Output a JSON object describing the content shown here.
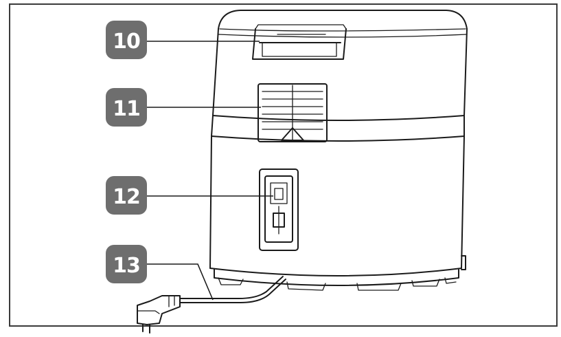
{
  "callouts": [
    {
      "id": "10",
      "label": "10"
    },
    {
      "id": "11",
      "label": "11"
    },
    {
      "id": "12",
      "label": "12"
    },
    {
      "id": "13",
      "label": "13"
    }
  ],
  "colors": {
    "badge": "#6e6e6e",
    "line": "#1a1a1a",
    "frame": "#3a3a3a",
    "background": "#ffffff"
  }
}
